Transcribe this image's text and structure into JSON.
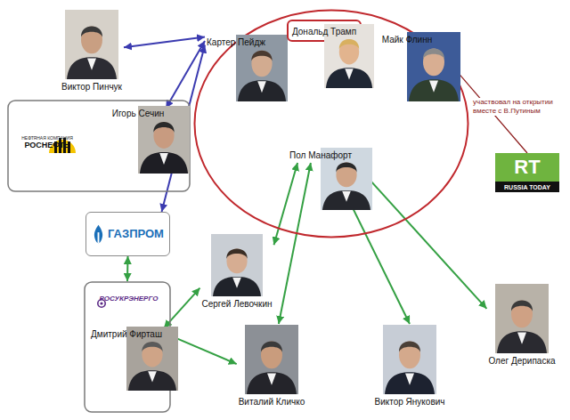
{
  "diagram": {
    "nodes": [
      {
        "text": [
          "Виктор Пинчук"
        ]
      },
      {
        "text": []
      },
      {
        "text": [
          "Картер Пейдж"
        ],
        "in": 1
      },
      {
        "text": [
          "Дональд Трамп"
        ],
        "in": 1
      },
      {
        "text": [
          "Майк Флинн"
        ],
        "in": 1
      },
      {
        "text": [
          "Пол Манафорт"
        ],
        "in": 1
      },
      {
        "text": []
      },
      {
        "text": [
          "НЕФТЯНАЯ КОМПАНИЯ",
          "РОСНЕФТЬ"
        ],
        "in": 6
      },
      {
        "text": [
          "Игорь Сечин"
        ],
        "in": 6
      },
      {
        "text": [
          "RT",
          "RUSSIA TODAY"
        ]
      },
      {
        "text": [
          "ГАЗПРОМ"
        ]
      },
      {
        "text": []
      },
      {
        "text": [
          "РОСУКРЭНЕРГО"
        ],
        "in": 11
      },
      {
        "text": [
          "Дмитрий Фирташ"
        ],
        "in": 11
      },
      {
        "text": [
          "Сергей Левочкин"
        ]
      },
      {
        "text": [
          "Виталий Кличко"
        ]
      },
      {
        "text": [
          "Виктор Янукович"
        ]
      },
      {
        "text": [
          "Олег Дерипаска"
        ]
      }
    ],
    "edges": [
      {
        "from": 0,
        "to": 2,
        "arrow": "both"
      },
      {
        "from": 2,
        "to": 8,
        "arrow": "both"
      },
      {
        "from": 2,
        "to": 10,
        "arrow": "both"
      },
      {
        "from": 4,
        "to": 9,
        "arrow": "none",
        "label": "участвовал на открытии вместе с В.Путиным"
      },
      {
        "from": 10,
        "to": 11,
        "arrow": "both"
      },
      {
        "from": 13,
        "to": 14,
        "arrow": "both"
      },
      {
        "from": 13,
        "to": 15,
        "arrow": "both"
      },
      {
        "from": 5,
        "to": 14,
        "arrow": "both"
      },
      {
        "from": 5,
        "to": 15,
        "arrow": "both"
      },
      {
        "from": 5,
        "to": 16,
        "arrow": "both"
      },
      {
        "from": 5,
        "to": 17,
        "arrow": "both"
      }
    ]
  }
}
